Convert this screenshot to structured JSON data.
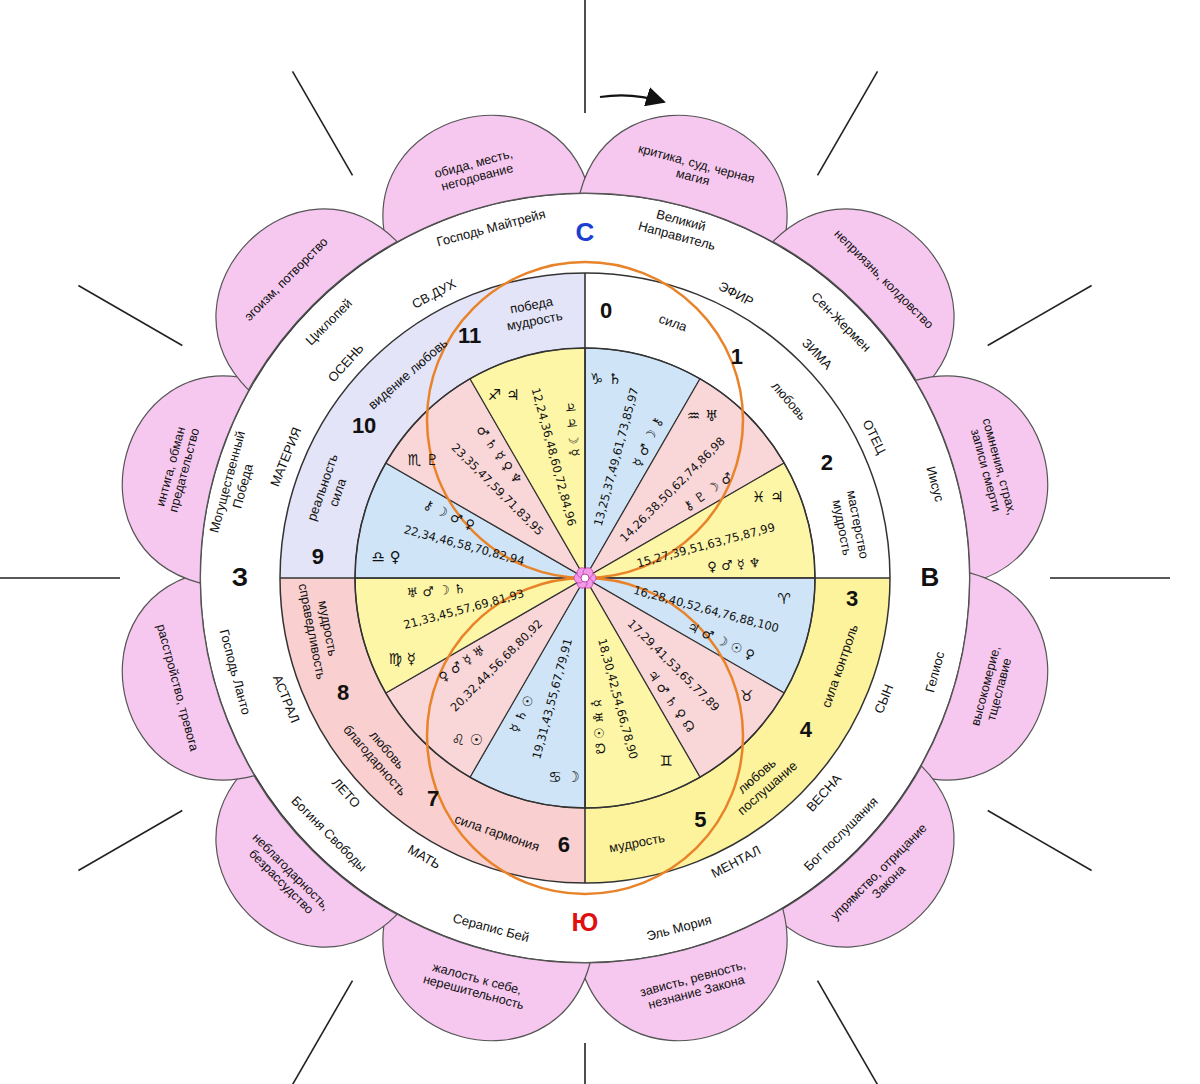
{
  "diagram": {
    "nodes": [
      {
        "text": [
          "обида, месть, негодование"
        ]
      },
      {
        "text": [
          "критика, суд, черная магия"
        ]
      },
      {
        "text": [
          "неприязнь, колдовство"
        ]
      },
      {
        "text": [
          "сомнения, страх, записи смерти"
        ]
      },
      {
        "text": [
          "высокомерие, тщеславие"
        ]
      },
      {
        "text": [
          "упрямство, отрицание Закона"
        ]
      },
      {
        "text": [
          "зависть, ревность, незнание Закона"
        ]
      },
      {
        "text": [
          "жалость к себе, нерешительность"
        ]
      },
      {
        "text": [
          "неблагодарность, безрассудство"
        ]
      },
      {
        "text": [
          "расстройство, тревога"
        ]
      },
      {
        "text": [
          "интига, обман предательство"
        ]
      },
      {
        "text": [
          "эгоизм, потворство"
        ]
      }
    ],
    "labels": [
      "0",
      "1",
      "2",
      "3",
      "4",
      "5",
      "6",
      "7",
      "8",
      "9",
      "10",
      "11",
      "сила",
      "любовь",
      "мастерство мудрость",
      "сила контроль",
      "любовь послушание",
      "мудрость",
      "сила гармония",
      "любовь благодарность",
      "мудрость справедливость",
      "реальность сила",
      "видение любовь",
      "победа мудрость",
      "13,25,37,49,61,73,85,97",
      "14,26,38,50,62,74,86,98",
      "15,27,39,51,63,75,87,99",
      "16,28,40,52,64,76,88,100",
      "17,29,41,53,65,77,89",
      "18,30,42,54,66,78,90",
      "19,31,43,55,67,79,91",
      "20,32,44,56,68,80,92",
      "21,33,45,57,69,81,93",
      "22,34,46,58,70,82,94",
      "23,35,47,59,71,83,95",
      "12,24,36,48,60,72,84,96",
      "♑ ♄",
      "♒ ♅",
      "♓ ♃",
      "♈",
      "♉",
      "♊",
      "♋ ☽",
      "♌ ☉",
      "♍ ☿",
      "♎ ♀",
      "♏ ♇",
      "♐ ♃",
      "☿ ♂ ☽ ⚷",
      "⚷ ♇ ☽ ♂",
      "♀ ♂ ☿ ♆",
      "♃ ♂ ☽ ☉ ♀",
      "♃ ♂ ♄ ♀ ☊",
      "☿ ♅ ☉ ☊",
      "☿ ♄ ☉",
      "♀ ♂ ☿ ♅",
      "♅ ♂ ☽ ♄",
      "⚷ ☽ ♂ ♀",
      "♂ ♄ ☿ ♀ ♆",
      "♃ ♃ ☽ ☿",
      "Великий Направитель",
      "Сен-Жермен",
      "Иисус",
      "Гелиос",
      "Бог послушания",
      "Эль Мория",
      "Серапис Бей",
      "Богиня Свободы",
      "Господь Ланто",
      "Могущественный Победа",
      "Циклопей",
      "Господь Майтрейя",
      "ЭФИР",
      "ЗИМА",
      "ОТЕЦ",
      "СЫН",
      "ВЕСНА",
      "МЕНТАЛ",
      "МАТЬ",
      "ЛЕТО",
      "АСТРАЛ",
      "МАТЕРИЯ",
      "ОСЕНЬ",
      "СВ.ДУХ",
      "С",
      "В",
      "Ю",
      "З"
    ]
  }
}
